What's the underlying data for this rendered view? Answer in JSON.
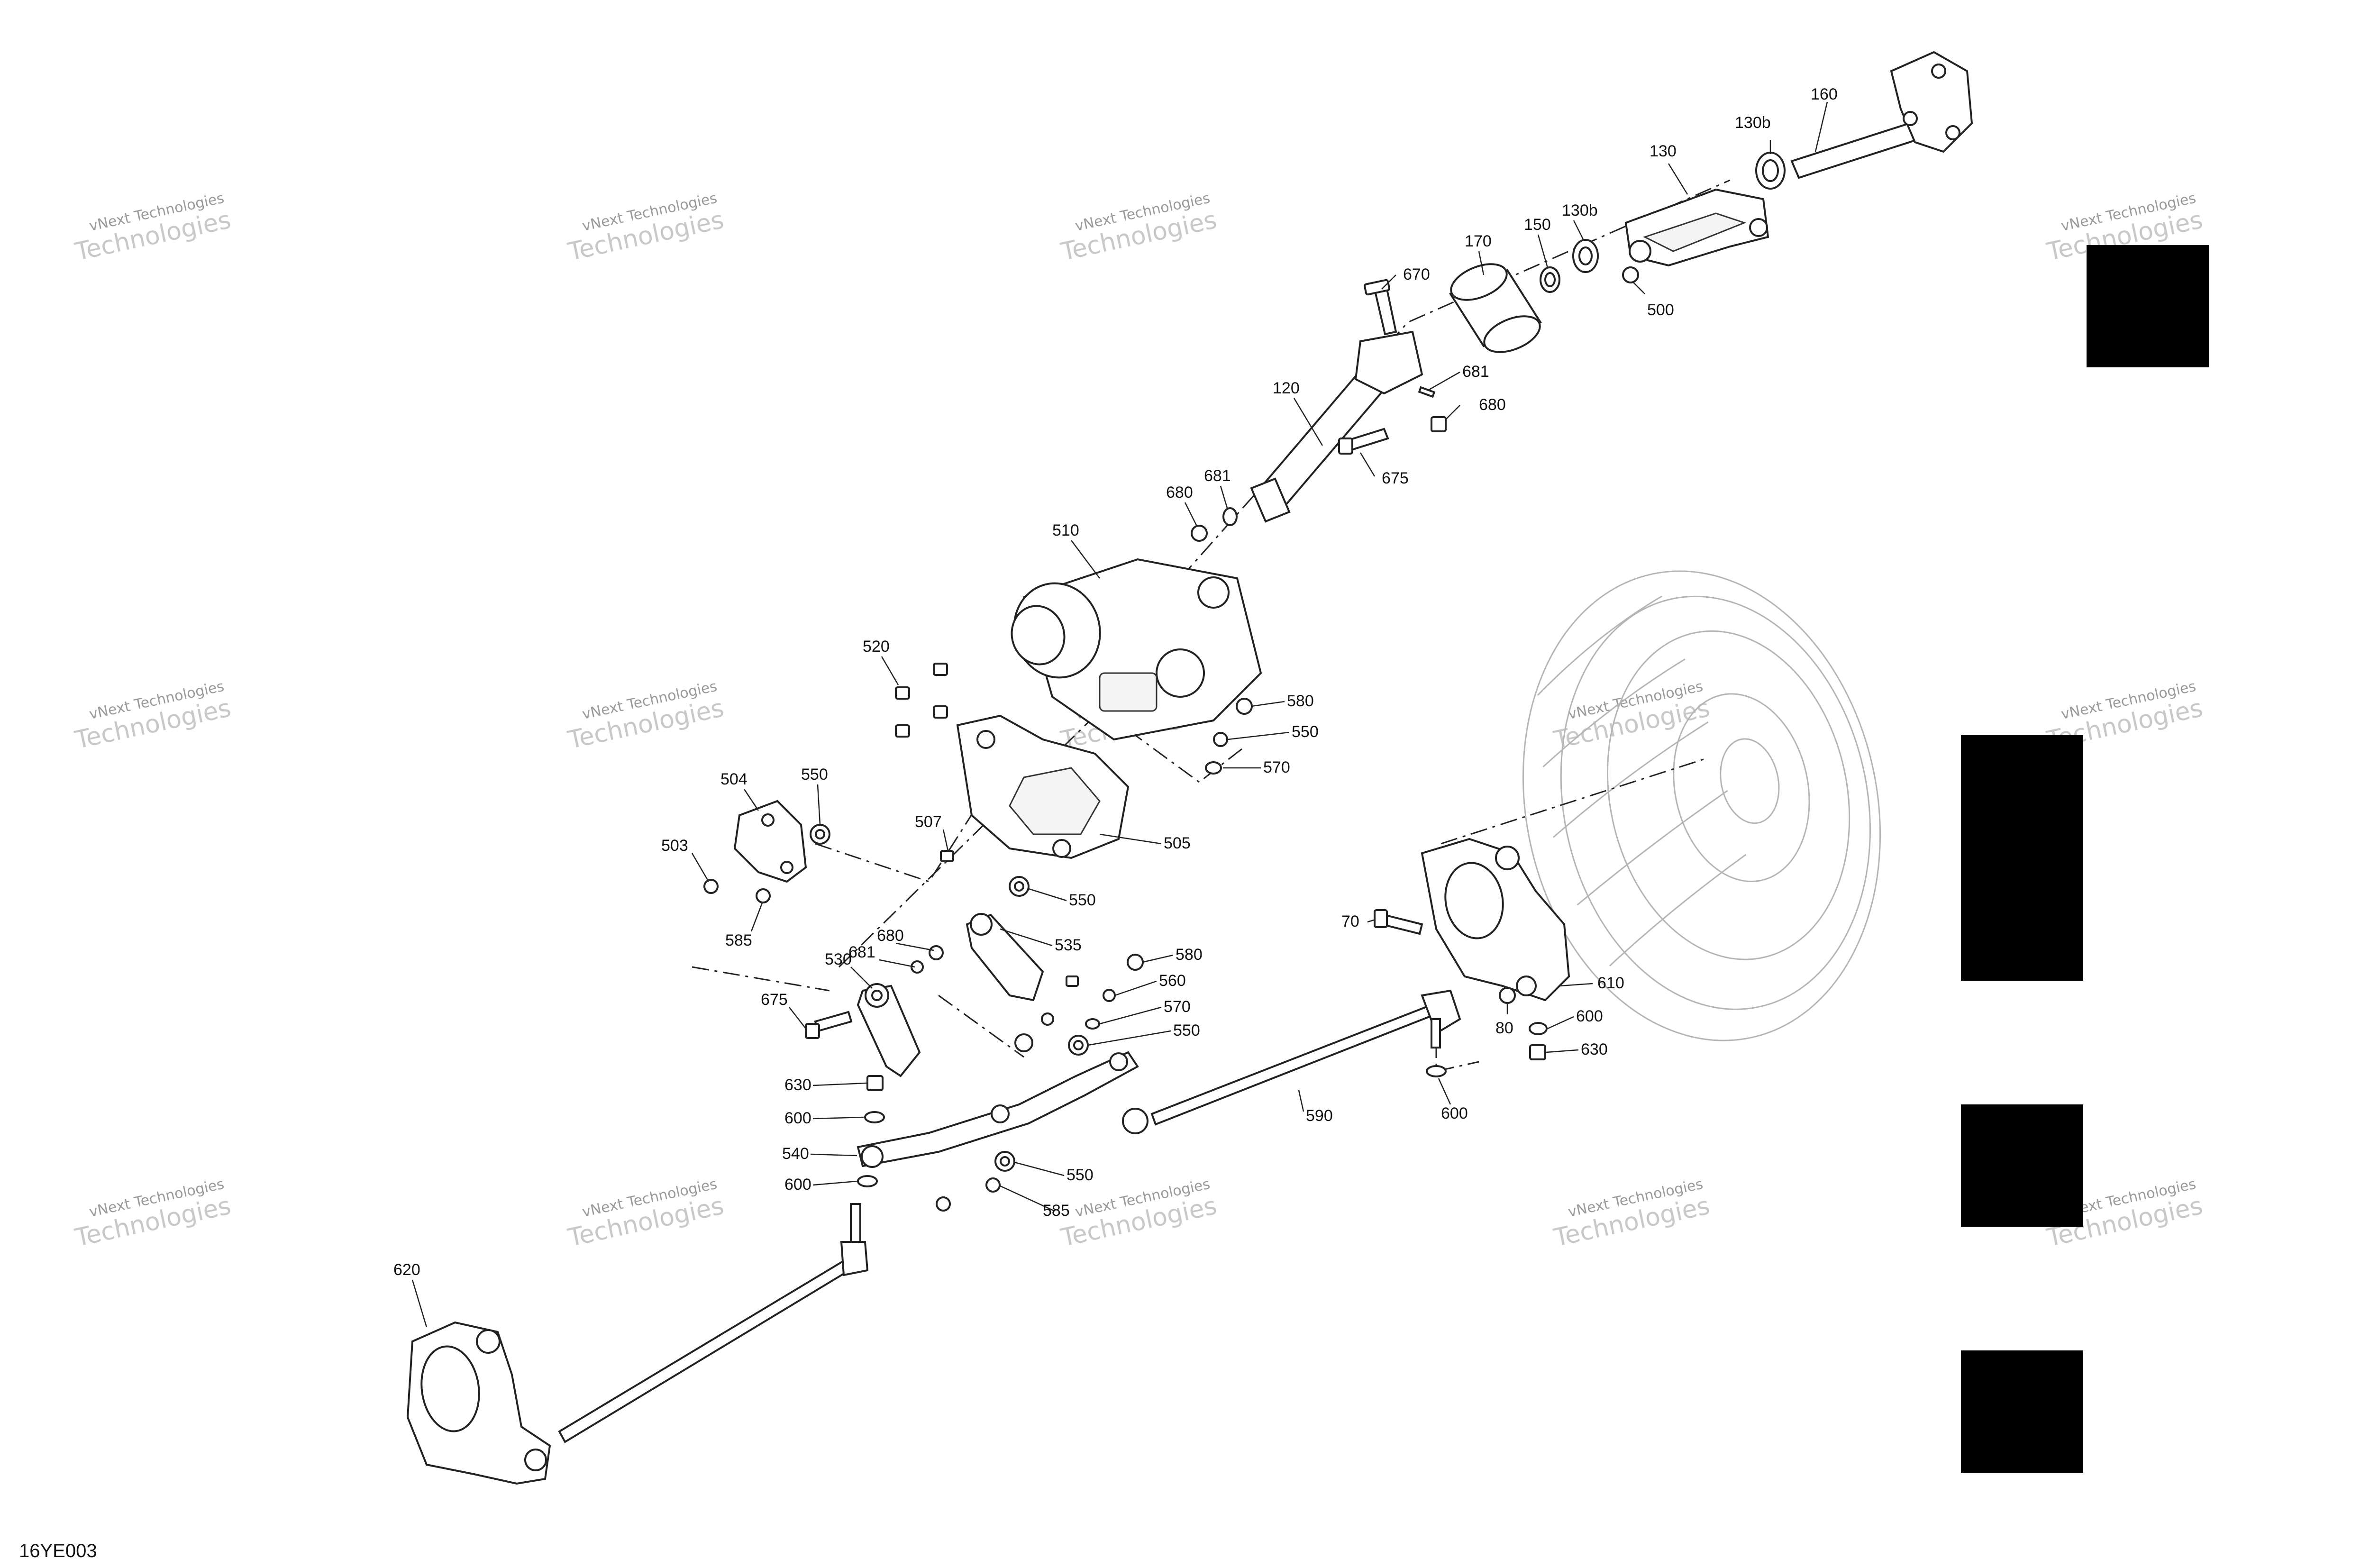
{
  "diagram": {
    "reference_code": "16YE003",
    "watermark": {
      "top_line": "vNext Technologies",
      "bottom_line": "Technologies"
    },
    "callouts": [
      {
        "id": "c160",
        "label": "160"
      },
      {
        "id": "c130b-top",
        "label": "130b"
      },
      {
        "id": "c130",
        "label": "130"
      },
      {
        "id": "c130b-mid",
        "label": "130b"
      },
      {
        "id": "c150",
        "label": "150"
      },
      {
        "id": "c170",
        "label": "170"
      },
      {
        "id": "c670",
        "label": "670"
      },
      {
        "id": "c500",
        "label": "500"
      },
      {
        "id": "c681-upper",
        "label": "681"
      },
      {
        "id": "c680-upper",
        "label": "680"
      },
      {
        "id": "c120",
        "label": "120"
      },
      {
        "id": "c675-upper",
        "label": "675"
      },
      {
        "id": "c681-mid",
        "label": "681"
      },
      {
        "id": "c680-mid",
        "label": "680"
      },
      {
        "id": "c510",
        "label": "510"
      },
      {
        "id": "c520",
        "label": "520"
      },
      {
        "id": "c580-upper",
        "label": "580"
      },
      {
        "id": "c550-upper-right",
        "label": "550"
      },
      {
        "id": "c570-upper",
        "label": "570"
      },
      {
        "id": "c504",
        "label": "504"
      },
      {
        "id": "c550-left",
        "label": "550"
      },
      {
        "id": "c503",
        "label": "503"
      },
      {
        "id": "c507",
        "label": "507"
      },
      {
        "id": "c505",
        "label": "505"
      },
      {
        "id": "c585-left",
        "label": "585"
      },
      {
        "id": "c550-mid",
        "label": "550"
      },
      {
        "id": "c680-low",
        "label": "680"
      },
      {
        "id": "c681-low",
        "label": "681"
      },
      {
        "id": "c535",
        "label": "535"
      },
      {
        "id": "c530",
        "label": "530"
      },
      {
        "id": "c580-low",
        "label": "580"
      },
      {
        "id": "c560",
        "label": "560"
      },
      {
        "id": "c570-low",
        "label": "570"
      },
      {
        "id": "c550-low",
        "label": "550"
      },
      {
        "id": "c675-low",
        "label": "675"
      },
      {
        "id": "c630-left",
        "label": "630"
      },
      {
        "id": "c600-left-a",
        "label": "600"
      },
      {
        "id": "c540",
        "label": "540"
      },
      {
        "id": "c600-left-b",
        "label": "600"
      },
      {
        "id": "c550-bottom",
        "label": "550"
      },
      {
        "id": "c585-bottom",
        "label": "585"
      },
      {
        "id": "c590",
        "label": "590"
      },
      {
        "id": "c70",
        "label": "70"
      },
      {
        "id": "c610",
        "label": "610"
      },
      {
        "id": "c80",
        "label": "80"
      },
      {
        "id": "c600-right-a",
        "label": "600"
      },
      {
        "id": "c630-right",
        "label": "630"
      },
      {
        "id": "c600-right-b",
        "label": "600"
      },
      {
        "id": "c620",
        "label": "620"
      }
    ],
    "colors": {
      "line": "#222222",
      "watermark": "#9a9a9a",
      "tire": "#b5b5b5",
      "redaction_block": "#000000"
    }
  }
}
